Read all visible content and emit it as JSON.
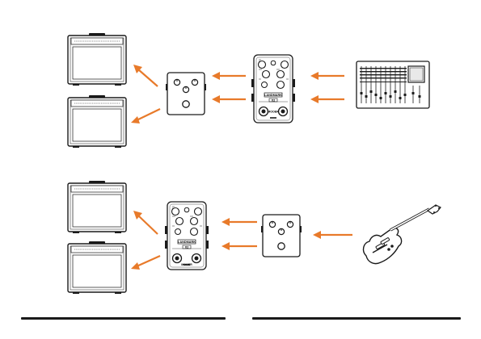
{
  "colors": {
    "arrow": "#e87a2a",
    "line": "#1a1a1a",
    "background": "#ffffff"
  },
  "pedal_labels": {
    "brand": "MOOER",
    "model": "X2",
    "panel_name": "LANDMARK"
  },
  "diagram_top": {
    "sources": [
      "mixer-icon"
    ],
    "devices": [
      "multi-effect-pedal-icon",
      "stompbox-pedal-icon",
      "amp-cabinet-icon",
      "amp-cabinet-icon"
    ]
  },
  "diagram_bottom": {
    "sources": [
      "electric-guitar-icon"
    ],
    "devices": [
      "stompbox-pedal-icon",
      "multi-effect-pedal-icon",
      "amp-cabinet-icon",
      "amp-cabinet-icon"
    ]
  }
}
